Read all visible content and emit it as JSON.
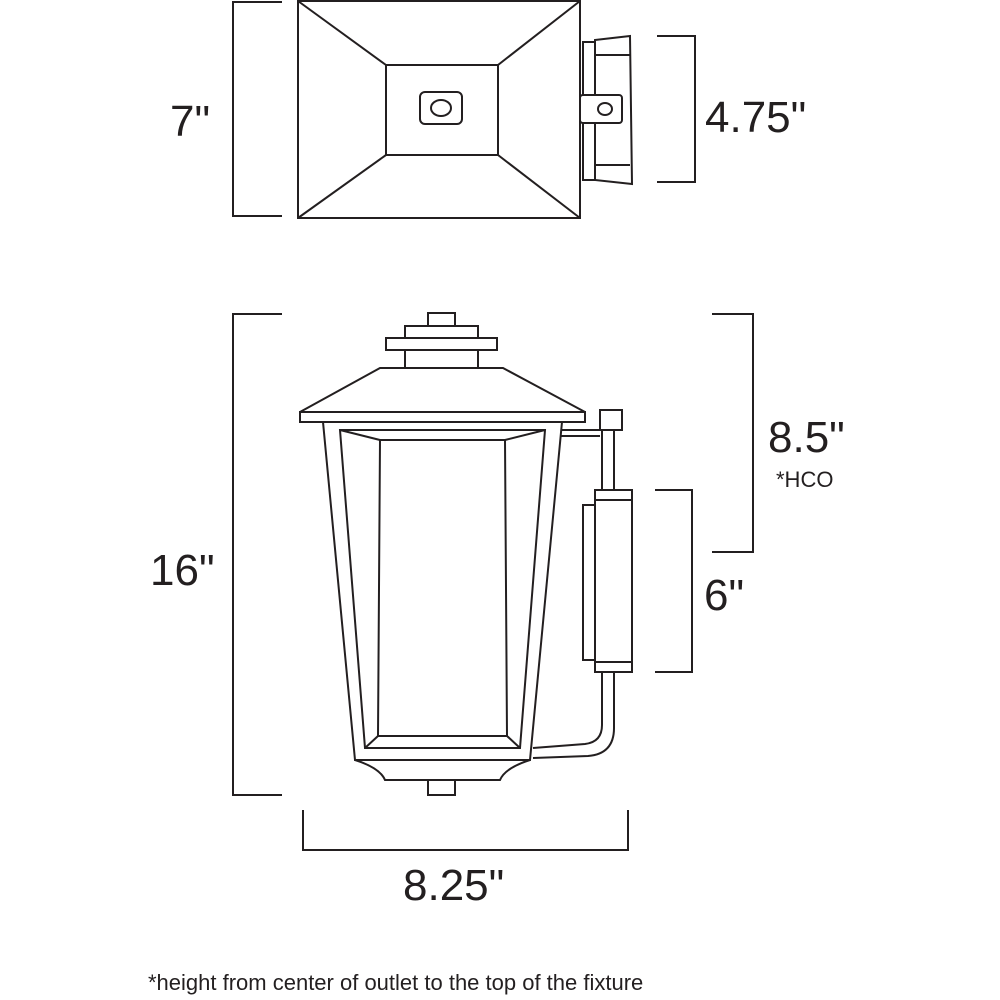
{
  "dimensions": {
    "top_depth": "7\"",
    "backplate_width": "4.75\"",
    "height": "16\"",
    "hco": "8.5\"",
    "hco_note": "*HCO",
    "backplate_height": "6\"",
    "width": "8.25\""
  },
  "footnote": "*height from center of outlet to the top of the fixture",
  "colors": {
    "line": "#231f20",
    "background": "#ffffff"
  }
}
